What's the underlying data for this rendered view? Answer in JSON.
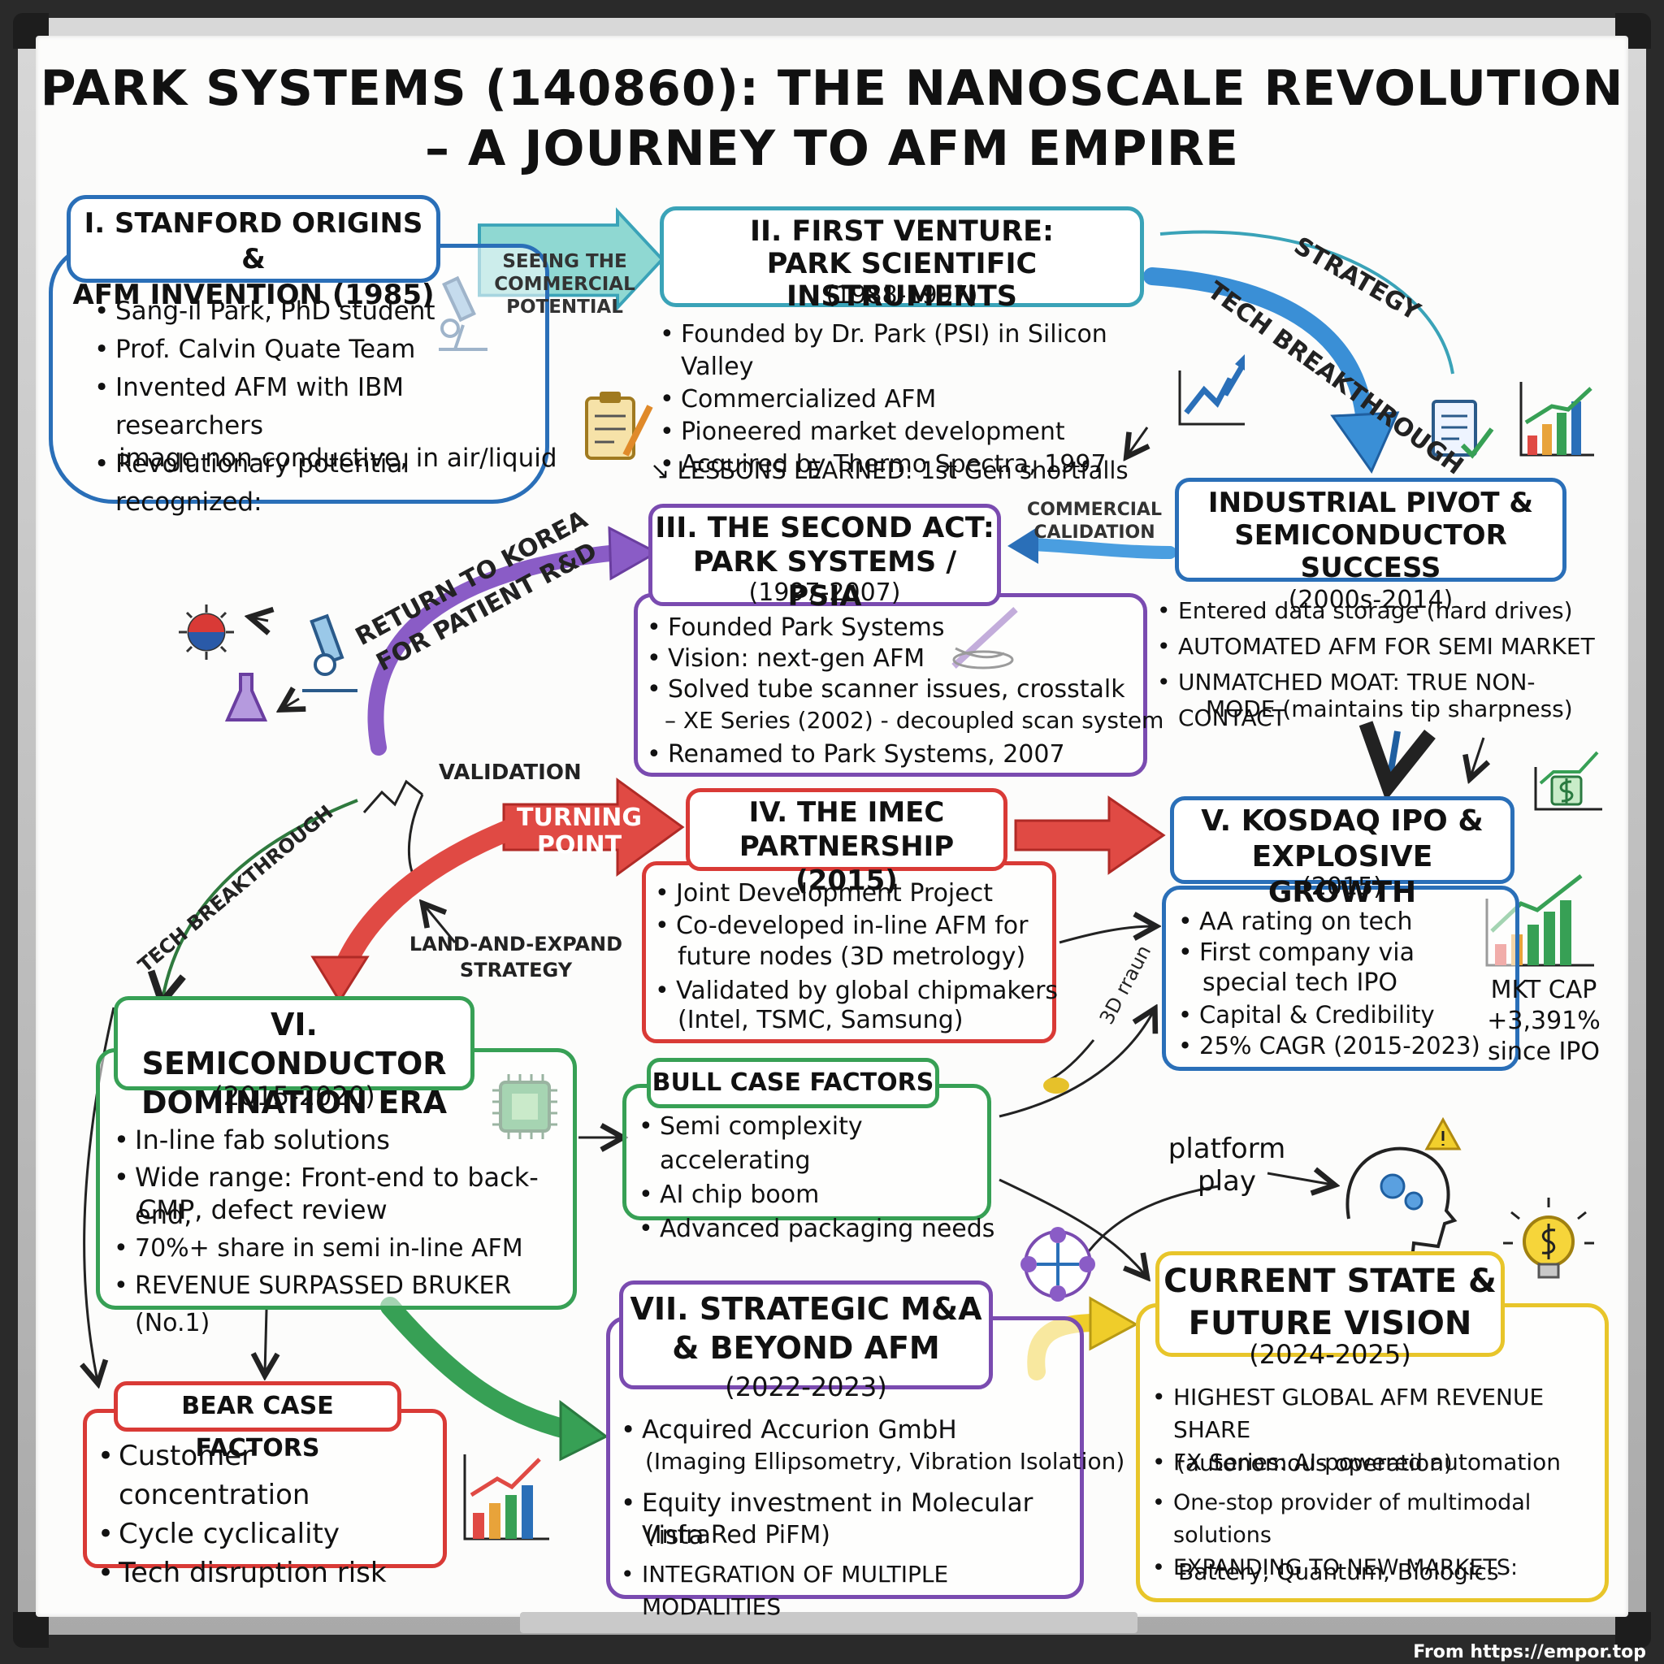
{
  "title": {
    "line1": "PARK SYSTEMS (140860): THE NANOSCALE REVOLUTION",
    "line2": "– A JOURNEY TO AFM EMPIRE"
  },
  "s1": {
    "heading": [
      "I. STANFORD ORIGINS &",
      "AFM INVENTION (1985)"
    ],
    "bullets": [
      "Sang-il Park, PhD student",
      "Prof. Calvin Quate Team",
      "Invented AFM with IBM researchers",
      "Revolutionary potential recognized:"
    ],
    "cont": "image non-conductive, in air/liquid"
  },
  "s2": {
    "heading": [
      "II. FIRST VENTURE:",
      "PARK SCIENTIFIC INSTRUMENTS",
      "(1988-1997)"
    ],
    "bullets": [
      "Founded by Dr. Park (PSI) in Silicon Valley",
      "Commercialized AFM",
      "Pioneered market development",
      "Acquired by Thermo Spectra, 1997"
    ],
    "lessons": "LESSONS LEARNED: 1st Gen shortfalls"
  },
  "pivot": {
    "heading": [
      "INDUSTRIAL PIVOT &",
      "SEMICONDUCTOR SUCCESS",
      "(2000s-2014)"
    ],
    "bullets": [
      "Entered data storage (hard drives)",
      "AUTOMATED AFM FOR SEMI MARKET",
      "UNMATCHED MOAT: TRUE NON-CONTACT"
    ],
    "cont": "MODE (maintains tip sharpness)"
  },
  "s3": {
    "heading": [
      "III. THE SECOND ACT:",
      "PARK SYSTEMS / PSIA",
      "(1997-2007)"
    ],
    "bullets": [
      "Founded Park Systems",
      "Vision: next-gen AFM",
      "Solved tube scanner issues, crosstalk"
    ],
    "sub": "– XE Series (2002) - decoupled scan system",
    "last": "Renamed to Park Systems, 2007"
  },
  "s4": {
    "heading": [
      "IV. THE IMEC",
      "PARTNERSHIP (2015)"
    ],
    "bullets": [
      "Joint Development Project",
      "Co-developed in-line AFM for",
      "Validated by global chipmakers"
    ],
    "cont1": "future nodes (3D metrology)",
    "cont2": "(Intel, TSMC, Samsung)"
  },
  "s5": {
    "heading": [
      "V. KOSDAQ IPO &",
      "EXPLOSIVE GROWTH",
      "(2015)"
    ],
    "bullets": [
      "AA rating on tech",
      "First company via",
      "Capital & Credibility",
      "25% CAGR (2015-2023)"
    ],
    "cont": "special tech IPO",
    "mktcap": [
      "MKT CAP",
      "+3,391%",
      "since IPO"
    ]
  },
  "s6": {
    "heading": [
      "VI. SEMICONDUCTOR",
      "DOMINATION ERA",
      "(2015-2020)"
    ],
    "bullets": [
      "In-line fab solutions",
      "Wide range: Front-end to back-end,",
      "70%+ share in semi in-line AFM",
      "REVENUE SURPASSED BRUKER (No.1)"
    ],
    "cont": "CMP, defect review"
  },
  "bull": {
    "heading": "BULL CASE FACTORS",
    "bullets": [
      "Semi complexity accelerating",
      "AI chip boom",
      "Advanced packaging needs"
    ]
  },
  "bear": {
    "heading": "BEAR CASE FACTORS",
    "bullets": [
      "Customer concentration",
      "Cycle cyclicality",
      "Tech disruption risk"
    ]
  },
  "s7": {
    "heading": [
      "VII. STRATEGIC M&A",
      "& BEYOND AFM",
      "(2022-2023)"
    ],
    "b1": "Acquired Accurion GmbH",
    "b1c": "(Imaging Ellipsometry, Vibration Isolation)",
    "b2": "Equity investment in Molecular Vista",
    "b2c": "(InfraRed PiFM)",
    "b3": "INTEGRATION OF MULTIPLE MODALITIES"
  },
  "current": {
    "heading": [
      "CURRENT STATE &",
      "FUTURE VISION",
      "(2024-2025)"
    ],
    "b1": "HIGHEST GLOBAL AFM REVENUE SHARE",
    "b2": "FX Series: AI-powered automation",
    "b2c": "(autonomous operation)",
    "b3": "One-stop provider of multimodal solutions",
    "b4": "EXPANDING TO NEW MARKETS:",
    "b4c": "Battery, Quantum, Biologics"
  },
  "labels": {
    "seeing": [
      "SEEING THE",
      "COMMERCIAL",
      "POTENTIAL"
    ],
    "tech_strategy_1": "TECH BREAKTHROUGH",
    "tech_strategy_2": "STRATEGY",
    "commercial": [
      "COMMERCIAL",
      "CALIDATION"
    ],
    "return_1": "RETURN TO KOREA",
    "return_2": "FOR PATIENT R&D",
    "validation": "VALIDATION",
    "turning": [
      "TURNING",
      "POINT"
    ],
    "tech_break": "TECH BREAKTHROUGH",
    "land": [
      "LAND-AND-EXPAND",
      "STRATEGY"
    ],
    "threed": "3D rraun",
    "platform": [
      "platform",
      "play"
    ]
  },
  "footer": "From https://empor.top",
  "colors": {
    "blue": "#2a6fb8",
    "teal": "#3aa3b8",
    "purple": "#7a4bb0",
    "red": "#d93a36",
    "green": "#37a055",
    "yellow": "#e8c52a",
    "ink": "#111111"
  }
}
